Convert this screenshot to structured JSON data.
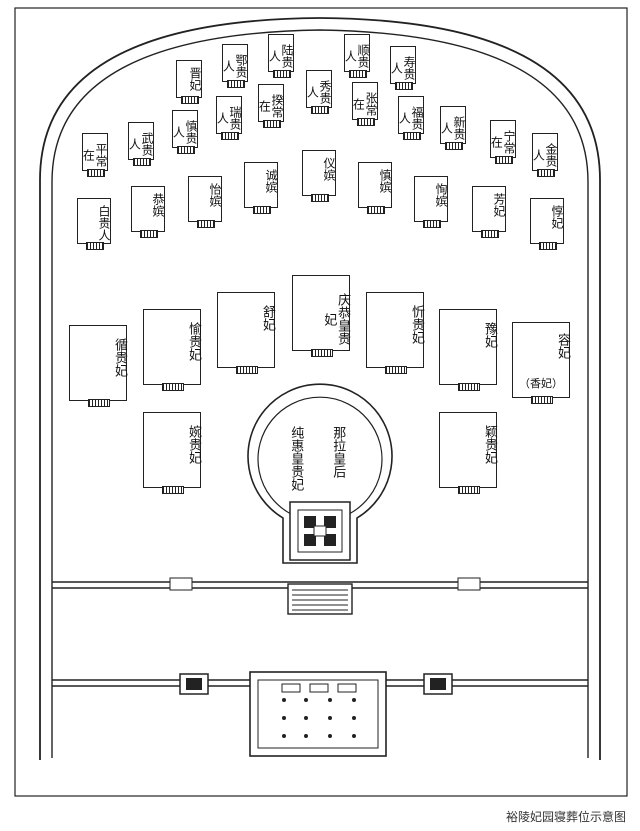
{
  "tombs_row1": [
    "晋妃",
    "鄂贵人",
    "陆贵人",
    "秀贵人",
    "顺贵人",
    "寿贵人"
  ],
  "tombs_row2": [
    "瑞贵人",
    "揆常在",
    "张常在",
    "福贵人"
  ],
  "tombs_row3": [
    "平常在",
    "武贵人",
    "慎贵人",
    "新贵人",
    "宁常在",
    "金贵人"
  ],
  "tombs_row4": [
    "白贵人",
    "恭嫔",
    "怡嫔",
    "诚嫔",
    "仪嫔",
    "慎嫔",
    "恂嫔",
    "芳妃",
    "惇妃"
  ],
  "tombs_row5": [
    "循贵妃",
    "愉贵妃",
    "舒妃",
    "庆恭皇贵妃",
    "忻贵妃",
    "豫妃",
    "容妃"
  ],
  "rong_note": "（香妃）",
  "tombs_row6": [
    "婉贵妃",
    "颖贵妃"
  ],
  "center_left": "纯惠皇贵妃",
  "center_right": "那拉皇后",
  "caption": "裕陵妃园寝葬位示意图"
}
